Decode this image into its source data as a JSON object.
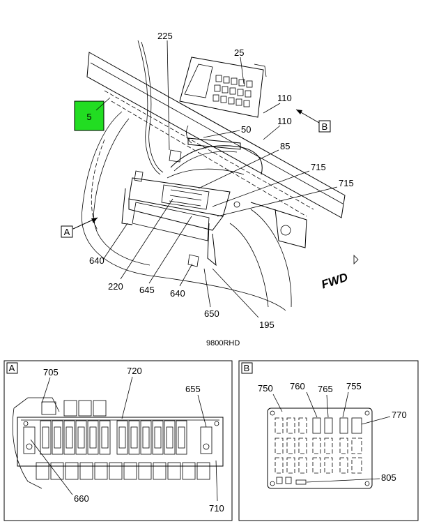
{
  "main_view": {
    "callouts": {
      "c225": "225",
      "c25": "25",
      "c5": "5",
      "c110a": "110",
      "c110b": "110",
      "c50": "50",
      "c85": "85",
      "c715a": "715",
      "c715b": "715",
      "c640a": "640",
      "c220": "220",
      "c645": "645",
      "c640b": "640",
      "c650": "650",
      "c195": "195"
    },
    "view_marker_a": "A",
    "view_marker_b": "B",
    "fwd_label": "FWD",
    "drawing_number": "9800RHD",
    "highlight_color": "#22dd22"
  },
  "detail_a": {
    "title": "A",
    "callouts": {
      "c705": "705",
      "c720": "720",
      "c655": "655",
      "c660": "660",
      "c710": "710"
    }
  },
  "detail_b": {
    "title": "B",
    "callouts": {
      "c750": "750",
      "c760": "760",
      "c765": "765",
      "c755": "755",
      "c770": "770",
      "c805": "805"
    }
  }
}
